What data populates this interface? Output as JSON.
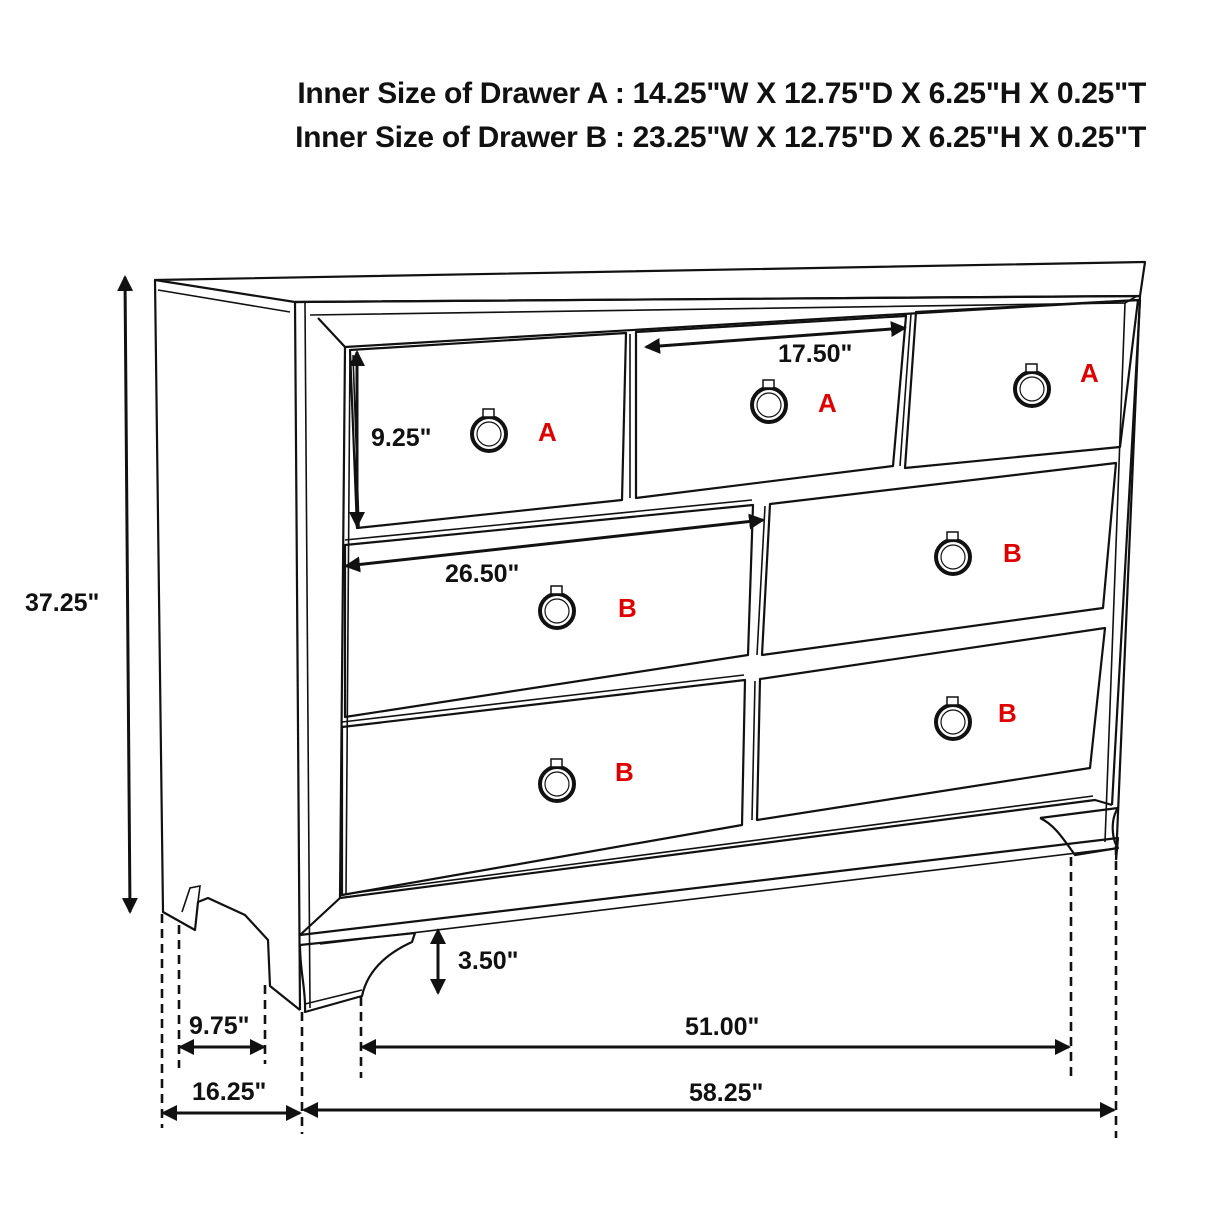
{
  "header": {
    "drawer_a_spec": "Inner Size of Drawer A : 14.25\"W X 12.75\"D X 6.25\"H X 0.25\"T",
    "drawer_b_spec": "Inner Size of Drawer B : 23.25\"W X 12.75\"D X 6.25\"H X 0.25\"T"
  },
  "dimensions": {
    "overall_height": "37.25\"",
    "drawer_a_height": "9.25\"",
    "drawer_a_width": "17.50\"",
    "drawer_b_width": "26.50\"",
    "leg_height": "3.50\"",
    "inner_leg_depth": "9.75\"",
    "overall_depth": "16.25\"",
    "inner_leg_width": "51.00\"",
    "overall_width": "58.25\""
  },
  "drawers": [
    {
      "label": "A",
      "row": 1,
      "position": "left"
    },
    {
      "label": "A",
      "row": 1,
      "position": "center"
    },
    {
      "label": "A",
      "row": 1,
      "position": "right"
    },
    {
      "label": "B",
      "row": 2,
      "position": "left"
    },
    {
      "label": "B",
      "row": 2,
      "position": "right"
    },
    {
      "label": "B",
      "row": 3,
      "position": "left"
    },
    {
      "label": "B",
      "row": 3,
      "position": "right"
    }
  ],
  "colors": {
    "line": "#111111",
    "drawer_label": "#e00000",
    "background": "#ffffff"
  }
}
